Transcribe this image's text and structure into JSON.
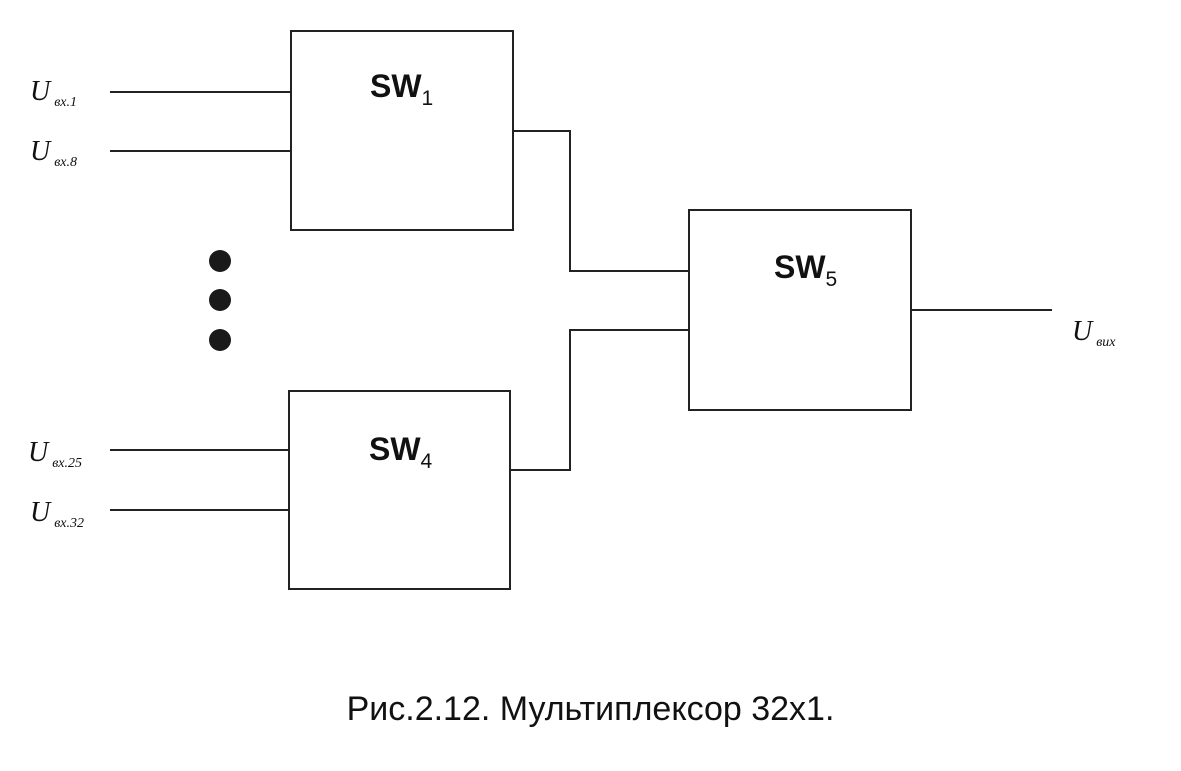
{
  "diagram": {
    "blocks": {
      "sw1": {
        "name": "SW",
        "index": "1"
      },
      "sw4": {
        "name": "SW",
        "index": "4"
      },
      "sw5": {
        "name": "SW",
        "index": "5"
      }
    },
    "inputs": [
      {
        "symbol": "U",
        "sub": "вх.1"
      },
      {
        "symbol": "U",
        "sub": "вх.8"
      },
      {
        "symbol": "U",
        "sub": "вх.25"
      },
      {
        "symbol": "U",
        "sub": "вх.32"
      }
    ],
    "output": {
      "symbol": "U",
      "sub": "вих"
    }
  },
  "caption": "Рис.2.12. Мультиплексор 32х1."
}
